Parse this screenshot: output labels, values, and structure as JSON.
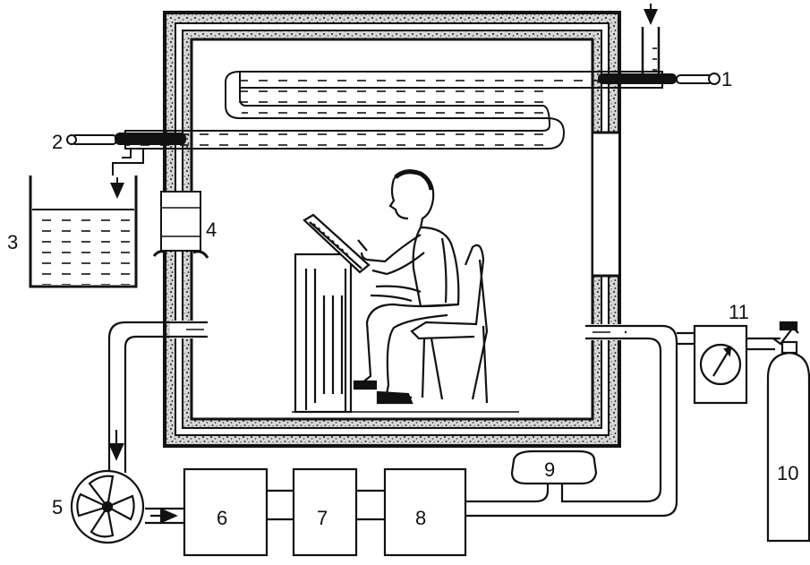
{
  "labels": {
    "l1": "1",
    "l2": "2",
    "l3": "3",
    "l4": "4",
    "l5": "5",
    "l6": "6",
    "l7": "7",
    "l8": "8",
    "l9": "9",
    "l10": "10",
    "l11": "11"
  },
  "colors": {
    "ink": "#111111",
    "paper": "#ffffff",
    "speckle": "#777777"
  }
}
